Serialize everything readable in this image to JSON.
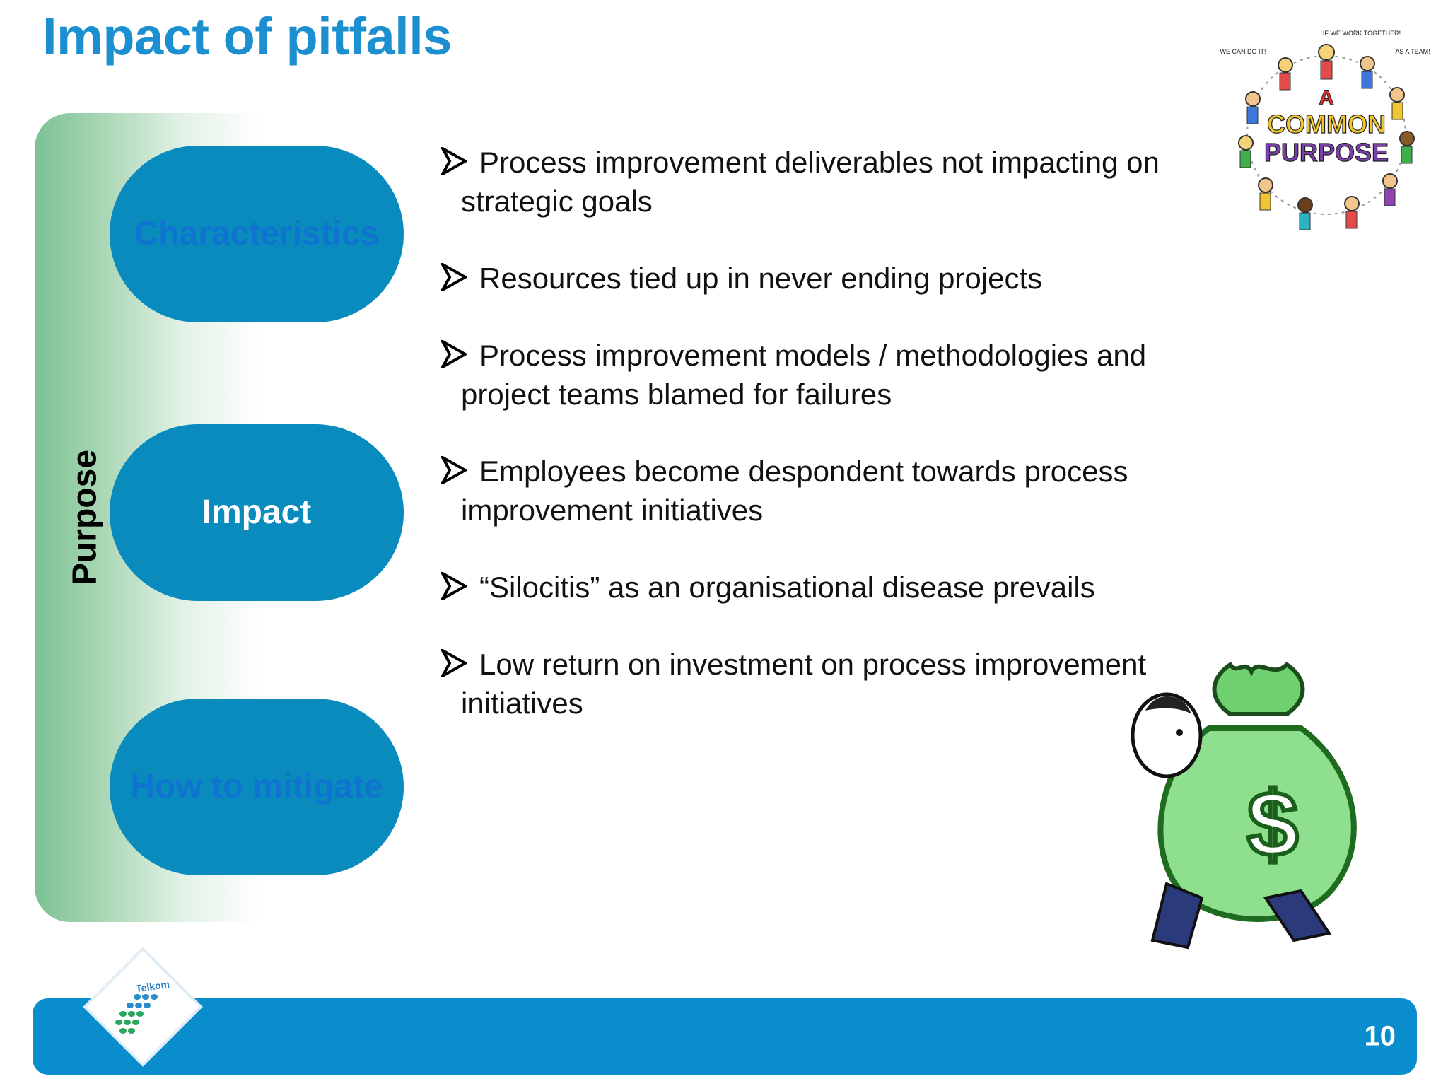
{
  "slide": {
    "title": "Impact of pitfalls",
    "page_number": "10"
  },
  "side_panel": {
    "label": "Purpose",
    "color": "#7cc194"
  },
  "pills": [
    {
      "label": "Characteristics",
      "state": "inactive"
    },
    {
      "label": "Impact",
      "state": "active"
    },
    {
      "label": "How to mitigate",
      "state": "inactive"
    }
  ],
  "bullets": [
    "Process improvement deliverables not impacting on strategic goals",
    "Resources tied up in never ending projects",
    "Process improvement models / methodologies and project teams blamed for failures",
    "Employees become despondent towards process improvement initiatives",
    "“Silocitis” as an organisational disease prevails",
    "Low return on investment on process improvement initiatives"
  ],
  "illustrations": {
    "common_purpose": {
      "line1": "A",
      "line2": "COMMON",
      "line3": "PURPOSE",
      "caption_left": "WE CAN DO IT!",
      "caption_top": "IF WE WORK TOGETHER!",
      "caption_right": "AS A TEAM!"
    },
    "money_bag": {
      "symbol": "$"
    }
  },
  "logo": {
    "text": "Telkom"
  },
  "colors": {
    "title": "#1b8fcf",
    "pill": "#0a8bbe",
    "pill_inactive_text": "#0f74d0",
    "footer": "#0a8dcc"
  },
  "icons": [
    "bullet-arrow-icon",
    "common-purpose-illustration",
    "money-bag-illustration",
    "telkom-logo"
  ]
}
